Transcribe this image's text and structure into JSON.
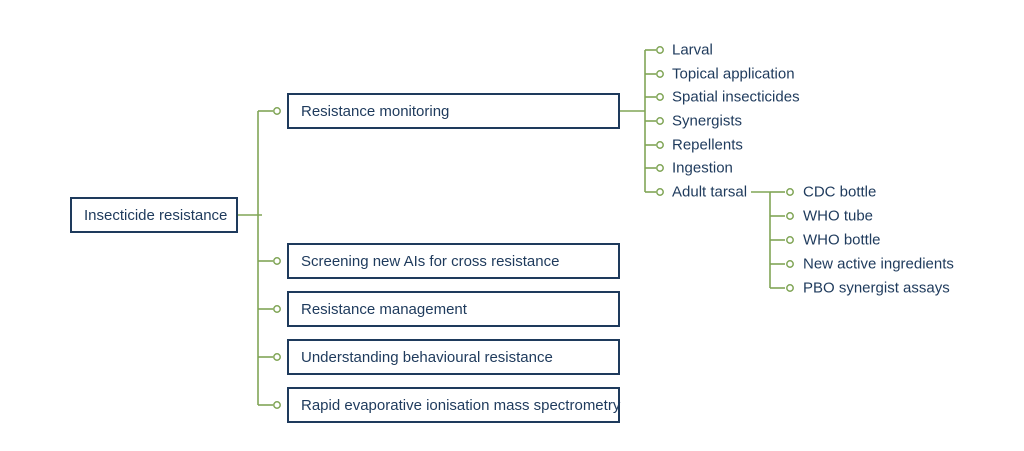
{
  "colors": {
    "navy": "#1e3a5c",
    "green": "#80a556",
    "bg": "#ffffff"
  },
  "tree": {
    "root_label": "Insecticide resistance",
    "branches": [
      "Resistance monitoring",
      "Screening new AIs for cross resistance",
      "Resistance management",
      "Understanding behavioural resistance",
      "Rapid evaporative ionisation mass spectrometry"
    ],
    "monitoring_leaves": [
      "Larval",
      "Topical application",
      "Spatial insecticides",
      "Synergists",
      "Repellents",
      "Ingestion",
      "Adult tarsal"
    ],
    "adult_tarsal_leaves": [
      "CDC bottle",
      "WHO tube",
      "WHO bottle",
      "New active ingredients",
      "PBO synergist assays"
    ]
  }
}
